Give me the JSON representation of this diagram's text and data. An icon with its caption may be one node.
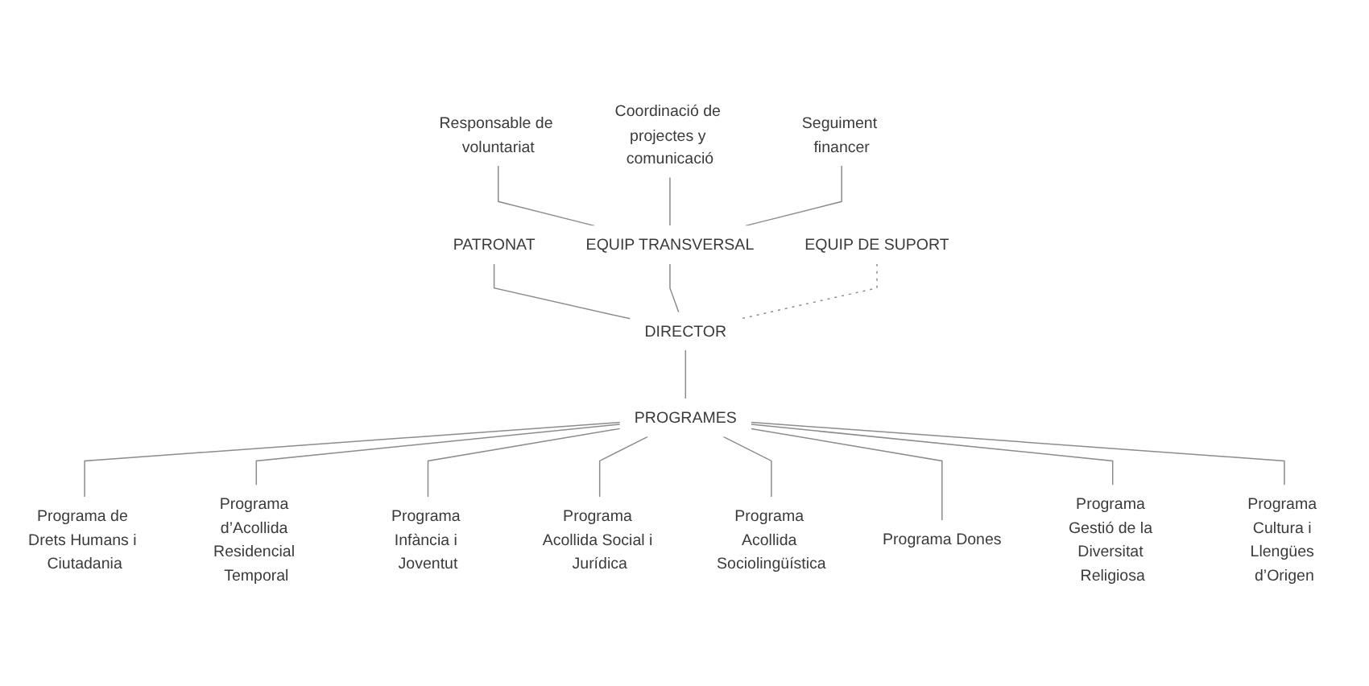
{
  "diagram": {
    "nodes": [
      {
        "text": [
          "PATRONAT"
        ]
      },
      {
        "text": [
          "Responsable de voluntariat"
        ]
      },
      {
        "text": [
          "Coordinació de projectes y comunicació"
        ]
      },
      {
        "text": [
          "EQUIP TRANSVERSAL"
        ]
      },
      {
        "text": [
          "DIRECTOR"
        ]
      },
      {
        "text": [
          "EQUIP DE SUPORT"
        ]
      },
      {
        "text": [
          "Seguiment financer"
        ]
      },
      {
        "text": [
          "PROGRAMES"
        ]
      },
      {
        "text": [
          "Programa de Drets Humans i Ciutadania"
        ]
      },
      {
        "text": [
          "Programa d’Acollida Residencial Temporal"
        ]
      },
      {
        "text": [
          "Programa Infància i Joventut"
        ]
      },
      {
        "text": [
          "Programa Acollida Social i Jurídica"
        ]
      },
      {
        "text": [
          "Programa Acollida Sociolingüística"
        ]
      },
      {
        "text": [
          "Programa Dones"
        ]
      },
      {
        "text": [
          "Programa Gestió de la Diversitat Religiosa"
        ]
      },
      {
        "text": [
          "Programa Cultura i Llengües d’Origen"
        ]
      }
    ],
    "edges": [
      {
        "from": 0,
        "to": 4,
        "arrow": "none"
      },
      {
        "from": 1,
        "to": 3,
        "arrow": "none"
      },
      {
        "from": 2,
        "to": 3,
        "arrow": "none"
      },
      {
        "from": 6,
        "to": 3,
        "arrow": "none"
      },
      {
        "from": 3,
        "to": 4,
        "arrow": "none"
      },
      {
        "from": 5,
        "to": 4,
        "arrow": "none",
        "style": "dashed"
      },
      {
        "from": 4,
        "to": 7,
        "arrow": "none"
      },
      {
        "from": 7,
        "to": 8,
        "arrow": "none"
      },
      {
        "from": 7,
        "to": 9,
        "arrow": "none"
      },
      {
        "from": 7,
        "to": 10,
        "arrow": "none"
      },
      {
        "from": 7,
        "to": 11,
        "arrow": "none"
      },
      {
        "from": 7,
        "to": 12,
        "arrow": "none"
      },
      {
        "from": 7,
        "to": 13,
        "arrow": "none"
      },
      {
        "from": 7,
        "to": 14,
        "arrow": "none"
      },
      {
        "from": 7,
        "to": 15,
        "arrow": "none"
      }
    ]
  }
}
